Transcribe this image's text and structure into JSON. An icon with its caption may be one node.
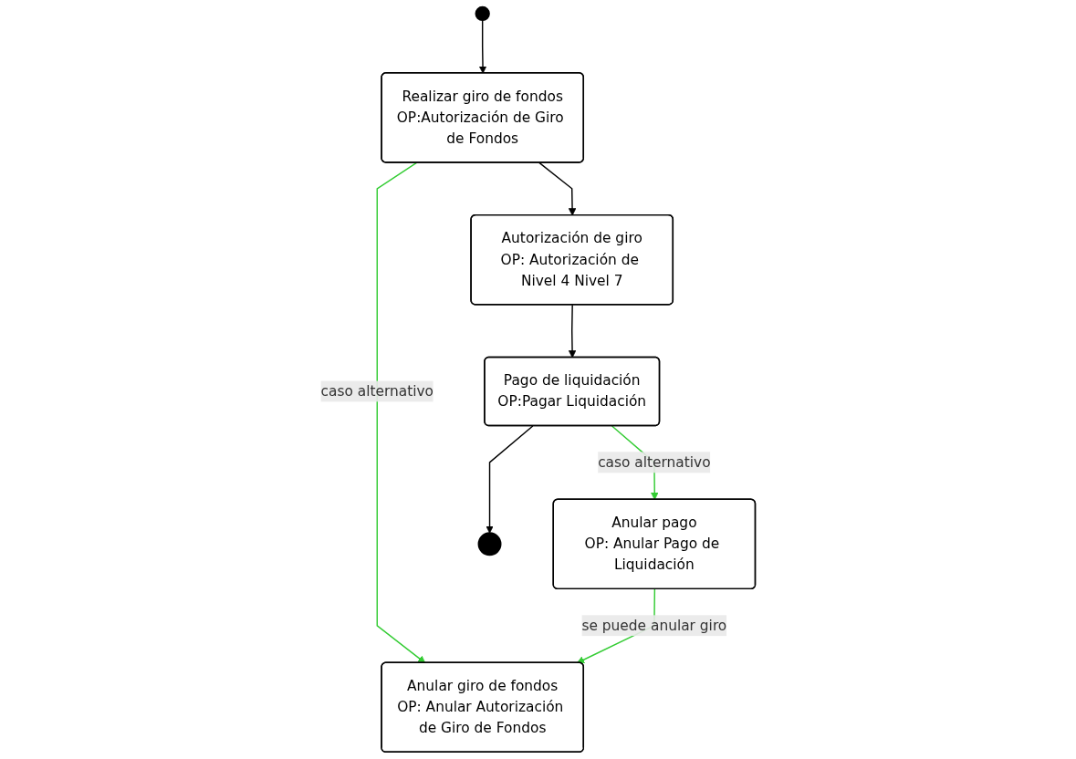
{
  "diagram": {
    "nodes": [
      {
        "text": [],
        "shape": "circle"
      },
      {
        "text": [
          "Realizar giro de fondos",
          "OP:Autorización de Giro de Fondos"
        ]
      },
      {
        "text": [
          "Anular giro de fondos",
          "OP: Anular Autorización de Giro de Fondos"
        ]
      },
      {
        "text": [
          "Autorización de giro",
          "OP: Autorización de Nivel 4 Nivel 7"
        ]
      },
      {
        "text": [
          "Pago de liquidación",
          "OP:Pagar Liquidación"
        ]
      },
      {
        "text": [
          "Anular pago",
          "OP: Anular Pago de Liquidación"
        ]
      },
      {
        "text": [],
        "shape": "circle"
      }
    ],
    "edges": [
      {
        "from": 0,
        "to": 1,
        "arrow": "to"
      },
      {
        "from": 1,
        "to": 2,
        "arrow": "to",
        "label": "caso alternativo",
        "color": "#33cc33"
      },
      {
        "from": 1,
        "to": 3,
        "arrow": "to"
      },
      {
        "from": 3,
        "to": 4,
        "arrow": "to"
      },
      {
        "from": 4,
        "to": 5,
        "arrow": "to",
        "label": "caso alternativo",
        "color": "#33cc33"
      },
      {
        "from": 5,
        "to": 2,
        "arrow": "to",
        "label": "se puede anular giro",
        "color": "#33cc33"
      },
      {
        "from": 4,
        "to": 6,
        "arrow": "to"
      }
    ]
  }
}
